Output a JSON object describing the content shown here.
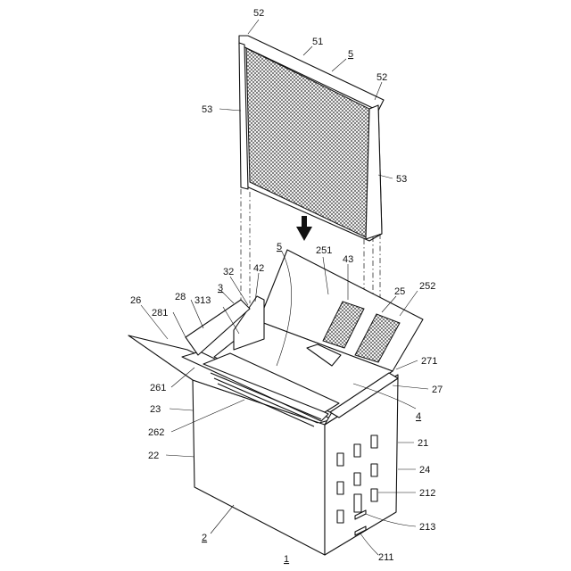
{
  "labels": {
    "l52a": "52",
    "l51": "51",
    "l5a": "5",
    "l52b": "52",
    "l53a": "53",
    "l53b": "53",
    "l251": "251",
    "l43": "43",
    "l25": "25",
    "l252": "252",
    "l32": "32",
    "l42": "42",
    "l5b": "5",
    "l3": "3",
    "l28": "28",
    "l313": "313",
    "l26": "26",
    "l281": "281",
    "l271": "271",
    "l261": "261",
    "l27": "27",
    "l4": "4",
    "l23": "23",
    "l262": "262",
    "l21": "21",
    "l22": "22",
    "l24": "24",
    "l212": "212",
    "l213": "213",
    "l2": "2",
    "l1": "1",
    "l211": "211"
  }
}
